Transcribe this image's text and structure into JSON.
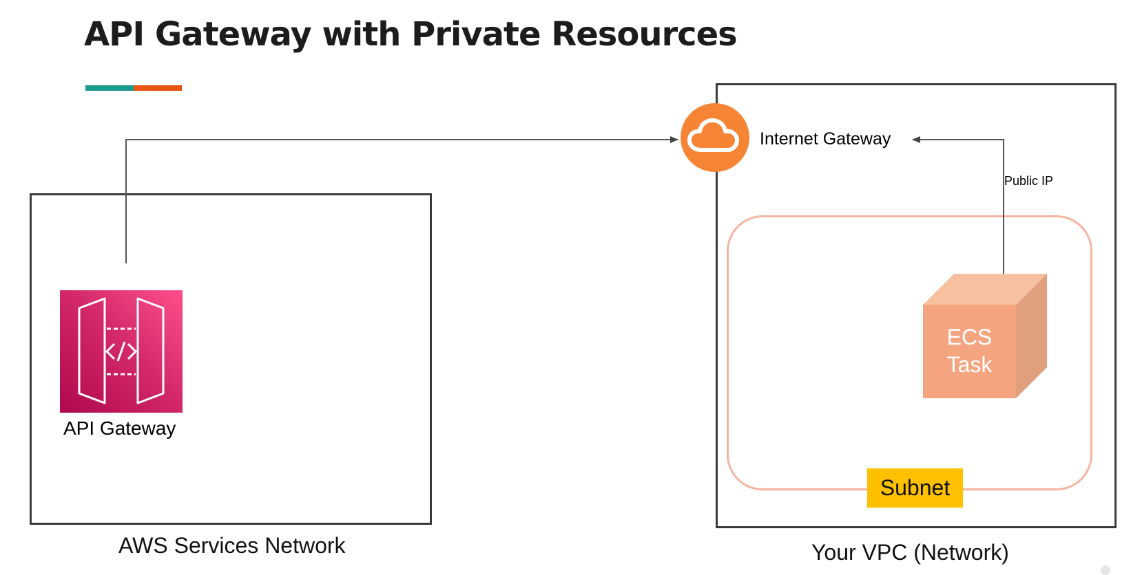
{
  "slide": {
    "title": "API Gateway with Private Resources",
    "accent_colors": [
      "#1a9c8c",
      "#e8550f"
    ]
  },
  "networks": {
    "aws_services": {
      "label": "AWS Services Network"
    },
    "vpc": {
      "label": "Your VPC (Network)"
    },
    "subnet": {
      "label": "Subnet",
      "color": "#ffc000"
    }
  },
  "nodes": {
    "api_gateway": {
      "label": "API Gateway",
      "icon": "api-gateway-icon"
    },
    "internet_gateway": {
      "label": "Internet Gateway",
      "icon": "cloud-icon",
      "color": "#f58534"
    },
    "ecs_task": {
      "line1": "ECS",
      "line2": "Task",
      "color": "#f4a57f"
    }
  },
  "edges": {
    "ecs_to_igw": {
      "label": "Public IP"
    }
  }
}
